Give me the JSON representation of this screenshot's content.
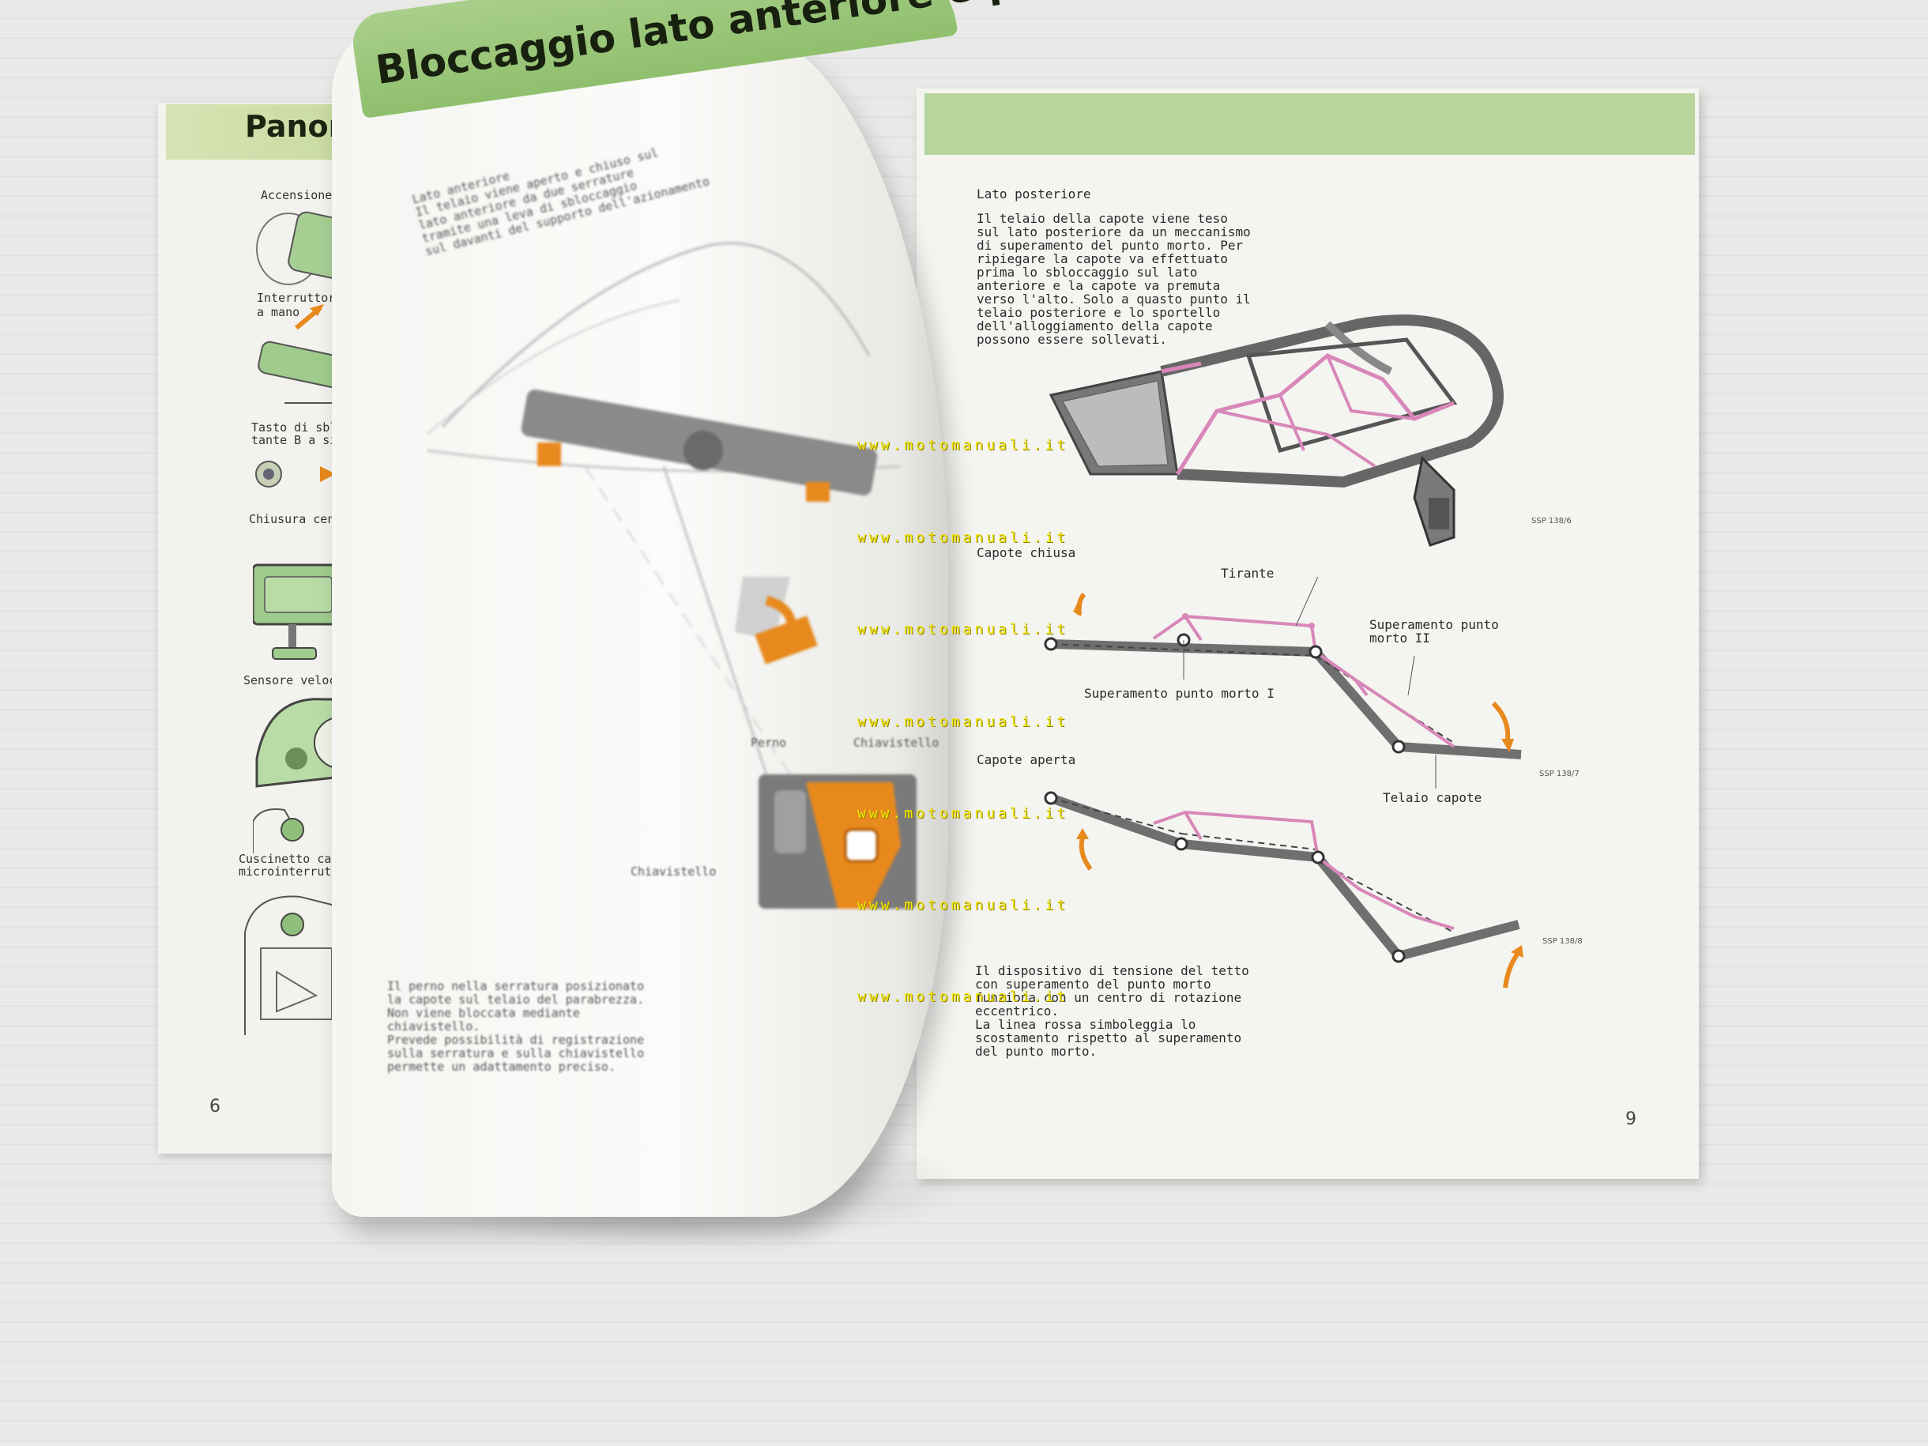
{
  "left_page": {
    "title": "Panorami",
    "labels": [
      "Accensione ins",
      "Interruttore sp",
      "a mano",
      "Tasto di sblocc",
      "tante B a sinist",
      "Chiusura central",
      "Sensore velocit",
      "Cuscinetto capo",
      "microinterrutto"
    ],
    "page_number": "6"
  },
  "curled_page": {
    "title": "Bloccaggio lato anteriore e posteri",
    "top_text": "Lato anteriore\nIl telaio viene aperto e chiuso sul\nlato anteriore da due serrature\ntramite una leva di sbloccaggio\nsul davanti del supporto dell'azionamento",
    "labels": [
      "Perno",
      "Chiavistello",
      "Chiavistello"
    ],
    "bottom_text": "Il perno nella serratura posizionato\nla capote sul telaio del parabrezza.\nNon viene bloccata mediante\nchiavistello.\nPrevede possibilità di registrazione\nsulla serratura e sulla chiavistello\npermette un adattamento preciso."
  },
  "right_page": {
    "heading": "Lato posteriore",
    "paragraph": "Il telaio della capote viene teso\nsul lato posteriore da un meccanismo\ndi superamento del punto morto. Per\nripiegare la capote va effettuato\nprima lo sbloccaggio sul lato\nanteriore e la capote va premuta\nverso l'alto. Solo a quasto punto il\ntelaio posteriore e lo sportello\ndell'alloggiamento della capote\npossono essere sollevati.",
    "ssp_top": "SSP 138/6",
    "capote_chiusa": "Capote chiusa",
    "tirante": "Tirante",
    "superamento_2": "Superamento punto\nmorto II",
    "superamento_1": "Superamento punto morto I",
    "ssp_mid": "SSP 138/7",
    "telaio_capote": "Telaio capote",
    "capote_aperta": "Capote aperta",
    "ssp_bottom": "SSP 138/8",
    "footer_text": "Il dispositivo di tensione del tetto\ncon superamento del punto morto\nfunziona con un centro di rotazione\neccentrico.\nLa linea rossa simboleggia lo\nscostamento rispetto al superamento\ndel punto morto.",
    "page_number": "9"
  },
  "watermark": "www.motomanuali.it",
  "colors": {
    "green_band": "#b7d59c",
    "frame_grey": "#6f6f6f",
    "linkage_pink": "#d887b8",
    "orange": "#e8891e"
  }
}
